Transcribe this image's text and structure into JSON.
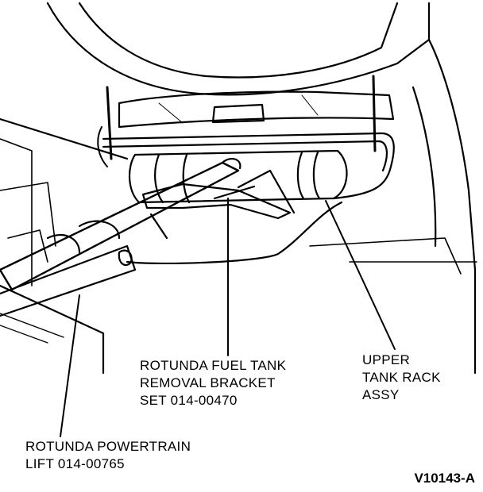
{
  "callouts": {
    "fuel_tank_bracket": {
      "line1": "ROTUNDA FUEL TANK",
      "line2": "REMOVAL BRACKET",
      "line3": "SET 014-00470"
    },
    "upper_tank_rack": {
      "line1": "UPPER",
      "line2": "TANK RACK",
      "line3": "ASSY"
    },
    "powertrain_lift": {
      "line1": "ROTUNDA POWERTRAIN",
      "line2": "LIFT 014-00765"
    }
  },
  "figure_id": "V10143-A",
  "colors": {
    "ink": "#000000",
    "paper": "#ffffff"
  }
}
